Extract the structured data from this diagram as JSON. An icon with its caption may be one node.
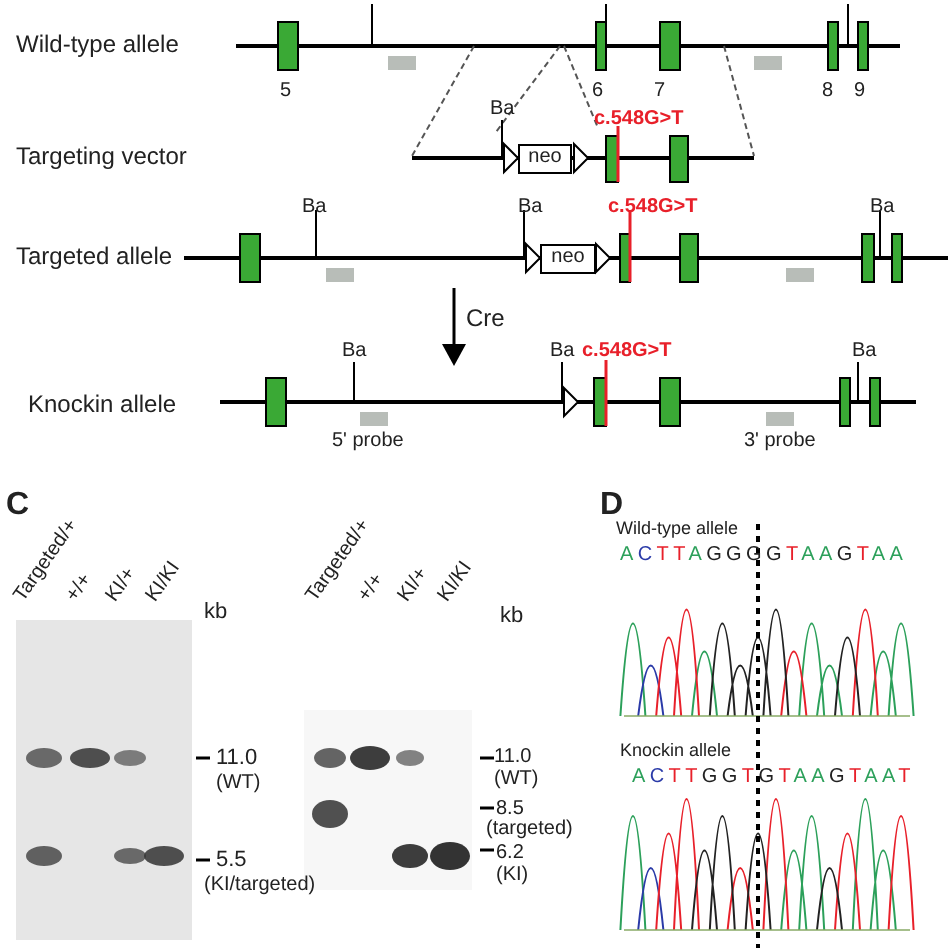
{
  "diagram": {
    "nodes": [
      {
        "text": [
          "neo"
        ]
      },
      {
        "text": [
          "neo"
        ]
      }
    ],
    "edges": [],
    "labels": [
      "Wild-type allele",
      "5",
      "6",
      "7",
      "8",
      "9",
      "Ba",
      "c.548G>T",
      "Targeting vector",
      "Ba",
      "Ba",
      "c.548G>T",
      "Ba",
      "Targeted allele",
      "Cre",
      "Ba",
      "Ba",
      "c.548G>T",
      "Ba",
      "Knockin allele",
      "5' probe",
      "3' probe",
      "C",
      "Targeted/+",
      "+/+",
      "KI/+",
      "KI/KI",
      "kb",
      "Targeted/+",
      "+/+",
      "KI/+",
      "KI/KI",
      "kb",
      "11.0",
      "(WT)",
      "5.5",
      "(KI/targeted)",
      "11.0",
      "(WT)",
      "8.5",
      "(targeted)",
      "6.2",
      "(KI)",
      "D",
      "Wild-type allele",
      "ACTTAGGGGTAAGTAA",
      "Knockin allele",
      "ACTTGGTGTAAGTAAT"
    ]
  }
}
